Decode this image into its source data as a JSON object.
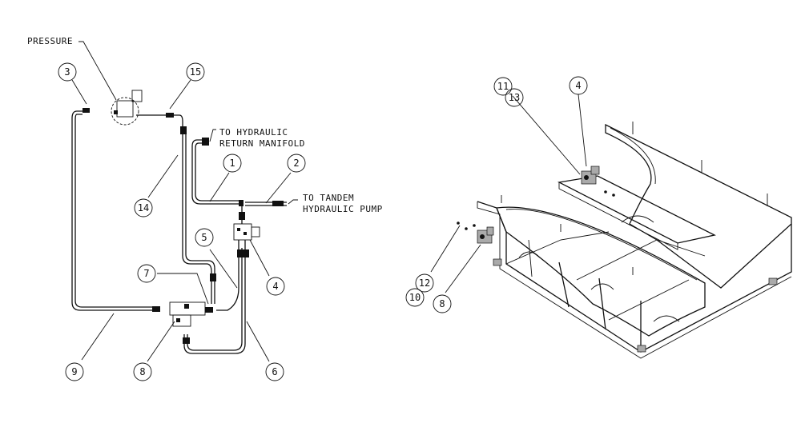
{
  "left_diagram": {
    "pressure_label": "PRESSURE",
    "return_label_line1": "TO HYDRAULIC",
    "return_label_line2": "RETURN MANIFOLD",
    "pump_label_line1": "TO TANDEM",
    "pump_label_line2": "HYDRAULIC PUMP",
    "callouts": {
      "c3": "3",
      "c15": "15",
      "c1": "1",
      "c2": "2",
      "c14": "14",
      "c5": "5",
      "c7": "7",
      "c4": "4",
      "c9": "9",
      "c8": "8",
      "c6": "6"
    }
  },
  "right_diagram": {
    "callouts": {
      "c11": "11",
      "c13": "13",
      "c4": "4",
      "c12": "12",
      "c10": "10",
      "c8": "8"
    }
  }
}
